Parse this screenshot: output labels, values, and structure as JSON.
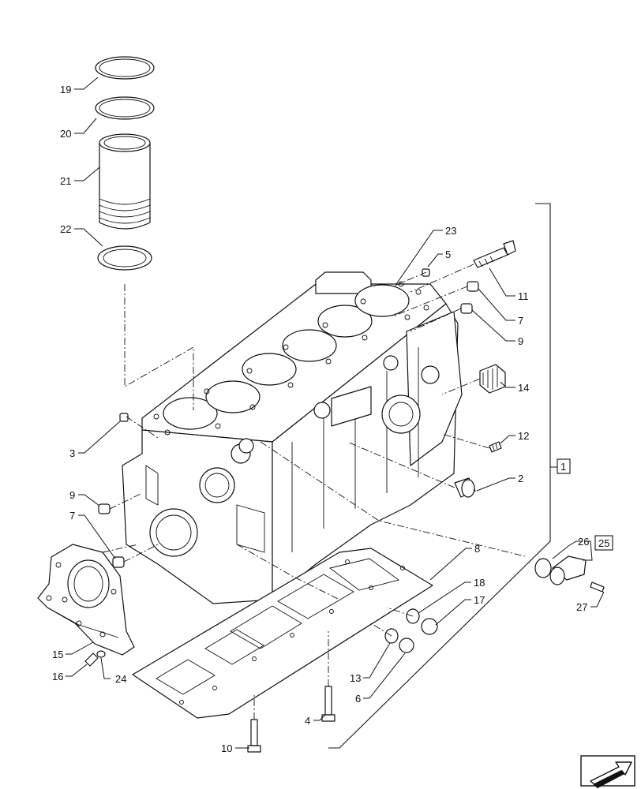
{
  "diagram": {
    "callouts": [
      {
        "id": "19",
        "text": "19"
      },
      {
        "id": "20",
        "text": "20"
      },
      {
        "id": "21",
        "text": "21"
      },
      {
        "id": "22",
        "text": "22"
      },
      {
        "id": "23",
        "text": "23"
      },
      {
        "id": "5",
        "text": "5"
      },
      {
        "id": "11",
        "text": "11"
      },
      {
        "id": "7a",
        "text": "7"
      },
      {
        "id": "9a",
        "text": "9"
      },
      {
        "id": "14",
        "text": "14"
      },
      {
        "id": "12",
        "text": "12"
      },
      {
        "id": "2",
        "text": "2"
      },
      {
        "id": "1",
        "text": "1"
      },
      {
        "id": "3",
        "text": "3"
      },
      {
        "id": "9b",
        "text": "9"
      },
      {
        "id": "7b",
        "text": "7"
      },
      {
        "id": "8",
        "text": "8"
      },
      {
        "id": "26",
        "text": "26"
      },
      {
        "id": "25",
        "text": "25"
      },
      {
        "id": "18",
        "text": "18"
      },
      {
        "id": "17",
        "text": "17"
      },
      {
        "id": "27",
        "text": "27"
      },
      {
        "id": "15",
        "text": "15"
      },
      {
        "id": "16",
        "text": "16"
      },
      {
        "id": "24",
        "text": "24"
      },
      {
        "id": "13",
        "text": "13"
      },
      {
        "id": "6",
        "text": "6"
      },
      {
        "id": "4",
        "text": "4"
      },
      {
        "id": "10",
        "text": "10"
      }
    ],
    "nav_icon": "next-page-arrow-icon"
  }
}
